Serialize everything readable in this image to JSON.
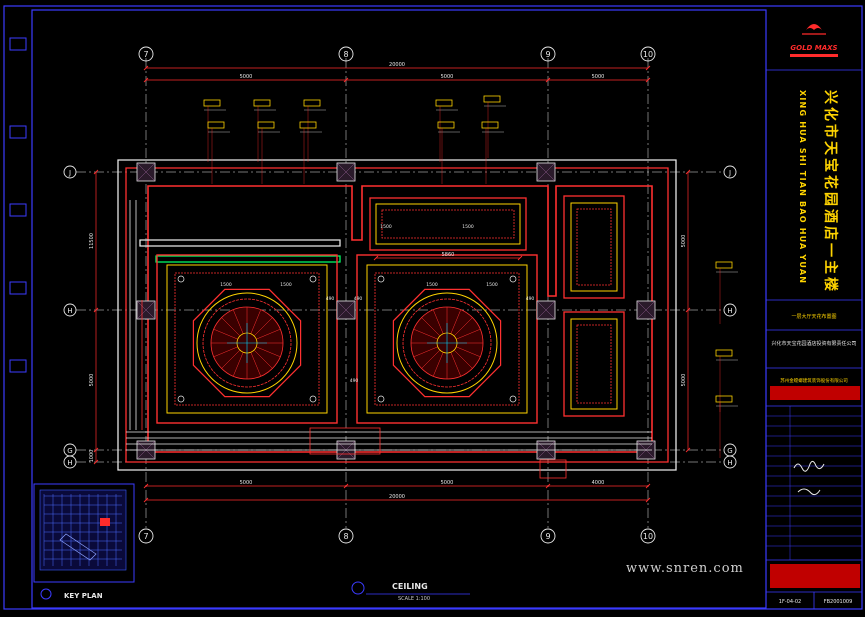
{
  "drawing": {
    "title": "CEILING",
    "scale": "SCALE 1:100",
    "key_plan_title": "KEY PLAN",
    "watermark": "www.snren.com"
  },
  "grid": {
    "columns": [
      "7",
      "8",
      "9",
      "10"
    ],
    "rows_left": [
      "J",
      "H",
      "G",
      "H"
    ],
    "rows_right": [
      "J",
      "H",
      "G",
      "H"
    ]
  },
  "dimensions": {
    "top_total": "20000",
    "top_segments": [
      "5000",
      "5000",
      "5000"
    ],
    "bottom_total": "20000",
    "bottom_segments": [
      "5000",
      "5000",
      "4000"
    ],
    "left_vertical": [
      "11500",
      "5000",
      "1000"
    ],
    "right_vertical": [
      "5000",
      "5000"
    ],
    "panel_lengths": [
      "1500",
      "1500",
      "1500",
      "1500",
      "1500",
      "1500"
    ],
    "small_offsets": [
      "490",
      "490",
      "490",
      "490"
    ],
    "inner_width": "5860"
  },
  "title_block": {
    "brand": "GOLD MAXS",
    "project_cn": "兴化市天宝花园酒店一主楼",
    "project_en": "XING HUA SHI TIAN BAO HUA YUAN",
    "sheet_name": "一层大厅天花布置图",
    "client": "兴化市天宝花园酒店投资有限责任公司",
    "designer": "苏州金螳螂建筑装饰股份有限公司",
    "drawing_no": "1F-04-02",
    "project_no": "FB2001009"
  },
  "colors": {
    "frame": "#3b3bff",
    "dimension": "#ff2b2b",
    "wall": "#ff3030",
    "grid": "#e8e8e8",
    "accent": "#ffd400",
    "cyan": "#00d8ff",
    "green": "#00ff66"
  }
}
